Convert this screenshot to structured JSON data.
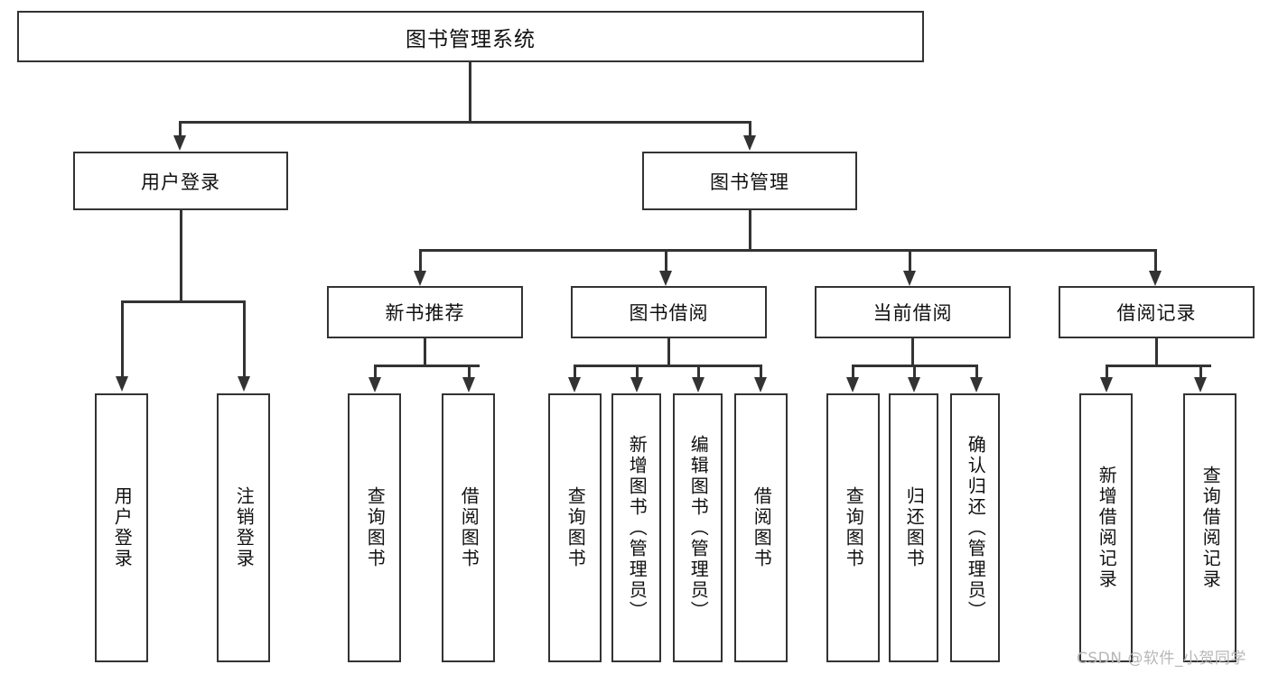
{
  "diagram": {
    "type": "tree",
    "title": "图书管理系统",
    "root": {
      "label": "图书管理系统"
    },
    "level2": [
      {
        "id": "user-login",
        "label": "用户登录"
      },
      {
        "id": "book-management",
        "label": "图书管理"
      }
    ],
    "level3": [
      {
        "id": "new-book-recommend",
        "label": "新书推荐"
      },
      {
        "id": "book-borrow",
        "label": "图书借阅"
      },
      {
        "id": "current-borrow",
        "label": "当前借阅"
      },
      {
        "id": "borrow-record",
        "label": "借阅记录"
      }
    ],
    "leaves": {
      "user_login": [
        {
          "id": "leaf-user-login",
          "label": "用户登录"
        },
        {
          "id": "leaf-logout",
          "label": "注销登录"
        }
      ],
      "new_book_recommend": [
        {
          "id": "leaf-query-book-1",
          "label": "查询图书"
        },
        {
          "id": "leaf-borrow-book-1",
          "label": "借阅图书"
        }
      ],
      "book_borrow": [
        {
          "id": "leaf-query-book-2",
          "label": "查询图书"
        },
        {
          "id": "leaf-add-book",
          "label": "新增图书（管理员）"
        },
        {
          "id": "leaf-edit-book",
          "label": "编辑图书（管理员）"
        },
        {
          "id": "leaf-borrow-book-2",
          "label": "借阅图书"
        }
      ],
      "current_borrow": [
        {
          "id": "leaf-query-book-3",
          "label": "查询图书"
        },
        {
          "id": "leaf-return-book",
          "label": "归还图书"
        },
        {
          "id": "leaf-confirm-return",
          "label": "确认归还（管理员）"
        }
      ],
      "borrow_record": [
        {
          "id": "leaf-add-record",
          "label": "新增借阅记录"
        },
        {
          "id": "leaf-query-record",
          "label": "查询借阅记录"
        }
      ]
    }
  },
  "watermark": {
    "text": "CSDN @软件_小贺同学"
  },
  "colors": {
    "stroke": "#333333",
    "fill": "#ffffff",
    "text": "#101010",
    "watermark": "#b7b7b7"
  }
}
